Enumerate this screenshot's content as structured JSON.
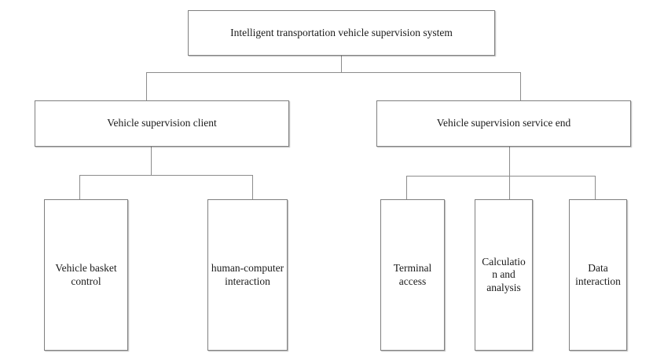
{
  "diagram": {
    "kind": "hierarchy-tree",
    "style": {
      "background": "#ffffff",
      "box_fill": "#ffffff",
      "box_border_color": "#7f7f7f",
      "connector_color": "#8c8c8c",
      "text_color": "#1a1a1a"
    },
    "nodes": {
      "root": {
        "label": "Intelligent transportation vehicle supervision system"
      },
      "client": {
        "label": "Vehicle supervision client"
      },
      "service": {
        "label": "Vehicle supervision service end"
      },
      "basket": {
        "label": "Vehicle basket\ncontrol"
      },
      "hci": {
        "label": "human-computer\ninteraction"
      },
      "terminal": {
        "label": "Terminal\naccess"
      },
      "calc": {
        "label": "Calculatio\nn and\nanalysis"
      },
      "data": {
        "label": "Data\ninteraction"
      }
    },
    "edges": [
      [
        "root",
        "client"
      ],
      [
        "root",
        "service"
      ],
      [
        "client",
        "basket"
      ],
      [
        "client",
        "hci"
      ],
      [
        "service",
        "terminal"
      ],
      [
        "service",
        "calc"
      ],
      [
        "service",
        "data"
      ]
    ]
  }
}
